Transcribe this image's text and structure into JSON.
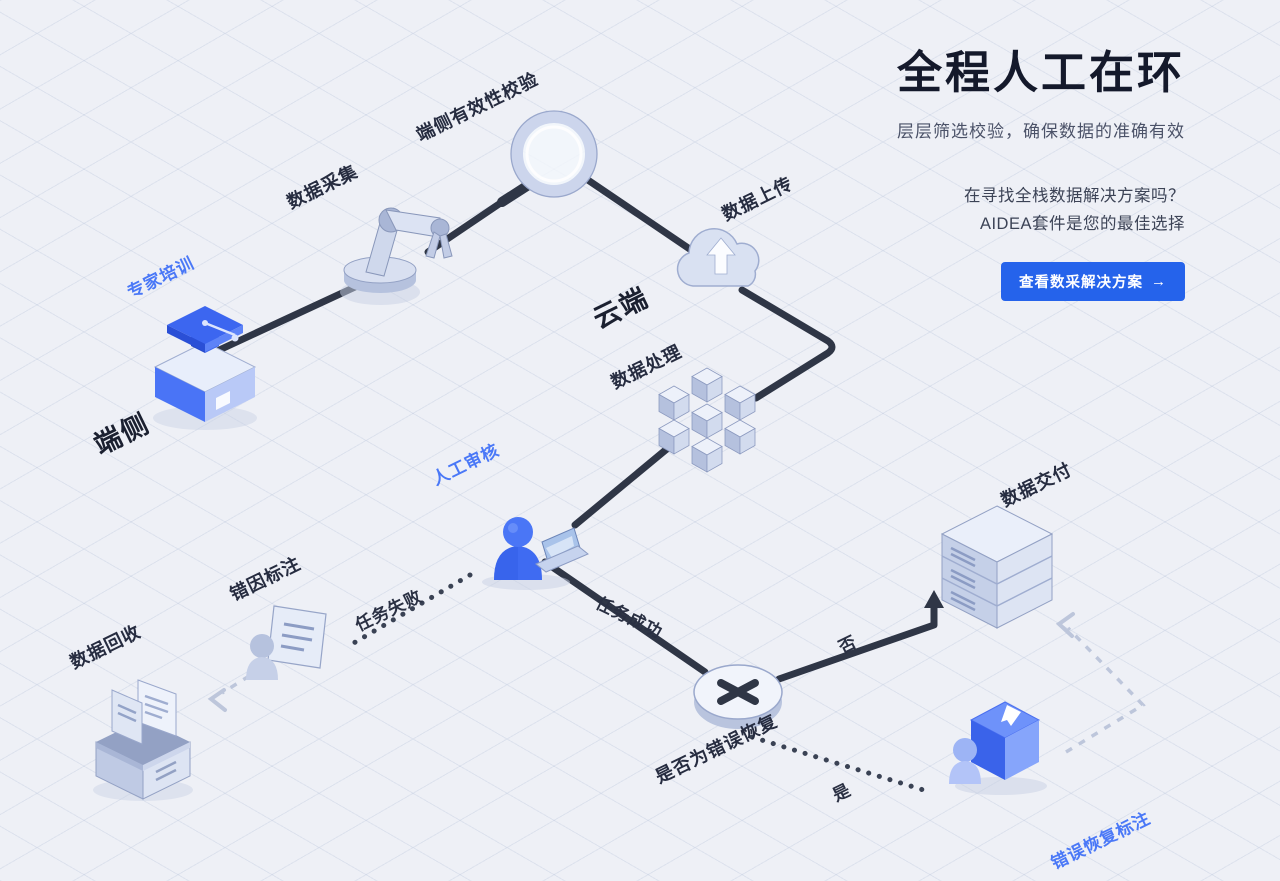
{
  "header": {
    "title": "全程人工在环",
    "subtitle": "层层筛选校验，确保数据的准确有效",
    "promo_line1": "在寻找全栈数据解决方案吗？",
    "promo_line2": "AIDEA套件是您的最佳选择",
    "cta_label": "查看数采解决方案",
    "cta_arrow": "→"
  },
  "diagram": {
    "labels": {
      "expert_training": "专家培训",
      "edge_side": "端侧",
      "data_collection": "数据采集",
      "edge_validation": "端侧有效性校验",
      "data_upload": "数据上传",
      "cloud_side": "云端",
      "data_processing": "数据处理",
      "human_review": "人工审核",
      "task_failed": "任务失败",
      "error_cause_annotation": "错因标注",
      "data_recycle": "数据回收",
      "task_success": "任务成功",
      "decision_question": "是否为错误恢复",
      "branch_no": "否",
      "branch_yes": "是",
      "data_delivery": "数据交付",
      "error_recovery_annotation": "错误恢复标注"
    },
    "icons": {
      "expert_training": "graduation-cap-icon",
      "data_collection": "robot-arm-icon",
      "edge_validation": "magnifier-icon",
      "data_upload": "cloud-upload-icon",
      "data_processing": "cube-cluster-icon",
      "human_review": "person-laptop-icon",
      "error_cause_annotation": "person-document-icon",
      "data_recycle": "archive-box-icon",
      "decision": "x-decision-node-icon",
      "data_delivery": "server-stack-icon",
      "error_recovery_annotation": "person-book-icon",
      "cta_arrow": "arrow-right-icon"
    },
    "colors": {
      "accent_blue": "#2563eb",
      "label_blue": "#4a78f7",
      "dark_text": "#1b2030",
      "line_dark": "#2f3646",
      "background": "#eef0f6"
    }
  }
}
